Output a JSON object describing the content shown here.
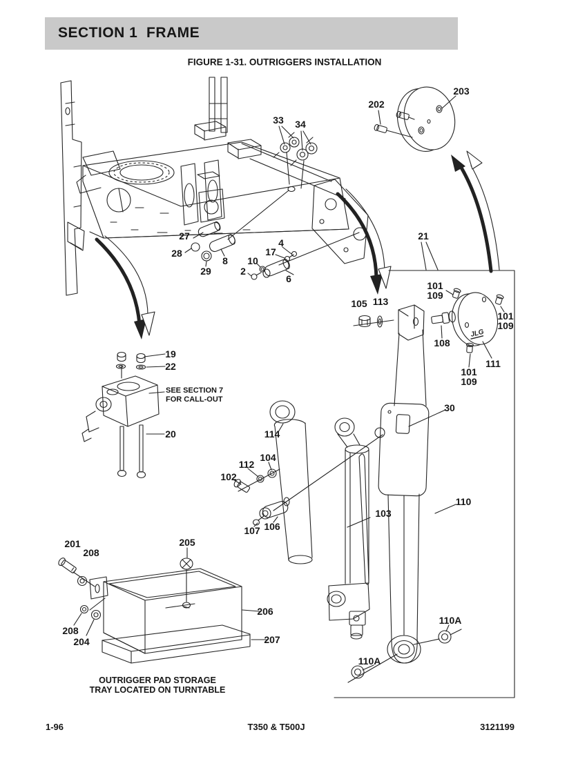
{
  "header": {
    "section_title": "SECTION 1  FRAME"
  },
  "figure_title": "FIGURE 1-31. OUTRIGGERS INSTALLATION",
  "callouts": {
    "n2": "2",
    "n4": "4",
    "n6": "6",
    "n8": "8",
    "n10": "10",
    "n17": "17",
    "n19": "19",
    "n20": "20",
    "n21": "21",
    "n22": "22",
    "n27": "27",
    "n28": "28",
    "n29": "29",
    "n30": "30",
    "n33": "33",
    "n34": "34",
    "n101": "101",
    "n102": "102",
    "n103": "103",
    "n104": "104",
    "n105": "105",
    "n106": "106",
    "n107": "107",
    "n108": "108",
    "n109": "109",
    "n110": "110",
    "n110A": "110A",
    "n111": "111",
    "n112": "112",
    "n113": "113",
    "n114": "114",
    "n201": "201",
    "n202": "202",
    "n203": "203",
    "n204": "204",
    "n205": "205",
    "n206": "206",
    "n207": "207",
    "n208": "208"
  },
  "notes": {
    "see_section_line1": "SEE SECTION 7",
    "see_section_line2": "FOR CALL-OUT",
    "storage_line1": "OUTRIGGER PAD STORAGE",
    "storage_line2": "TRAY LOCATED ON TURNTABLE"
  },
  "diagram": {
    "disc_logo": "JLG",
    "line_color": "#222222"
  },
  "footer": {
    "page_number": "1-96",
    "model": "T350 & T500J",
    "document_number": "3121199"
  }
}
